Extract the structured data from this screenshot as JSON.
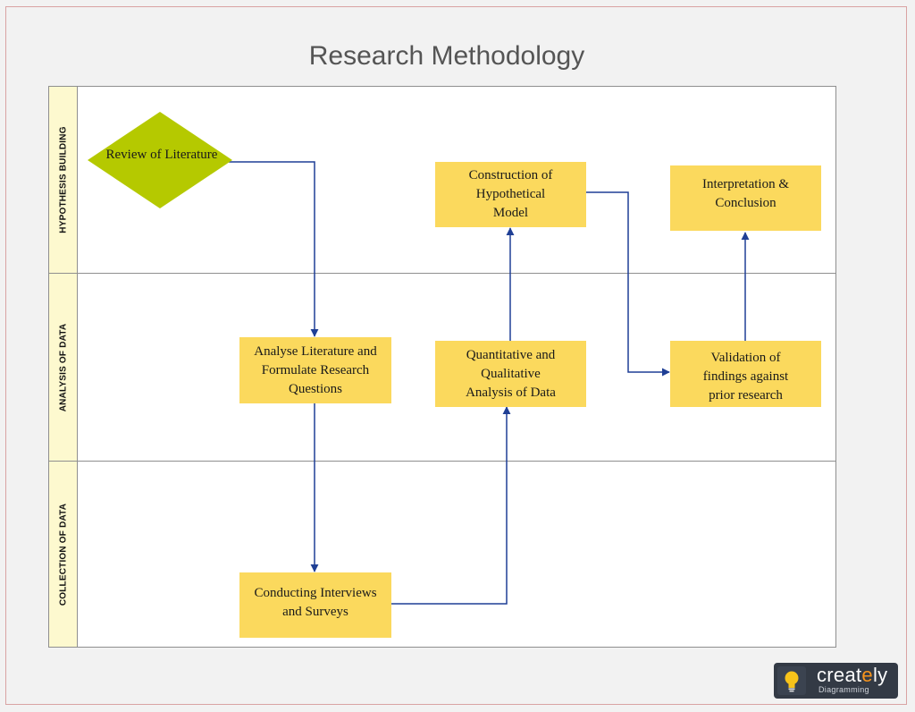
{
  "title": "Research Methodology",
  "lanes": [
    {
      "label": "HYPOTHESIS BUILDING"
    },
    {
      "label": "ANALYSIS OF DATA"
    },
    {
      "label": "COLLECTION OF DATA"
    }
  ],
  "nodes": {
    "review": {
      "lines": [
        "Review of Literature"
      ],
      "shape": "diamond",
      "color": "#b5c900"
    },
    "construction": {
      "lines": [
        "Construction of",
        "Hypothetical",
        "Model"
      ]
    },
    "interpretation": {
      "lines": [
        "Interpretation &",
        "Conclusion"
      ]
    },
    "analyse": {
      "lines": [
        "Analyse Literature and",
        "Formulate Research",
        "Questions"
      ]
    },
    "quantitative": {
      "lines": [
        "Quantitative and",
        "Qualitative",
        "Analysis of Data"
      ]
    },
    "validation": {
      "lines": [
        "Validation of",
        "findings against",
        "prior research"
      ]
    },
    "conducting": {
      "lines": [
        "Conducting Interviews",
        "and Surveys"
      ]
    }
  },
  "colors": {
    "box_fill": "#fbd95d",
    "diamond_fill": "#b5c900",
    "connector": "#1f3f95",
    "lane_header": "#fdf9cf"
  },
  "logo": {
    "name_main": "creat",
    "name_accent": "e",
    "name_end": "ly",
    "tagline": "Diagramming",
    "icon": "lightbulb-icon"
  }
}
